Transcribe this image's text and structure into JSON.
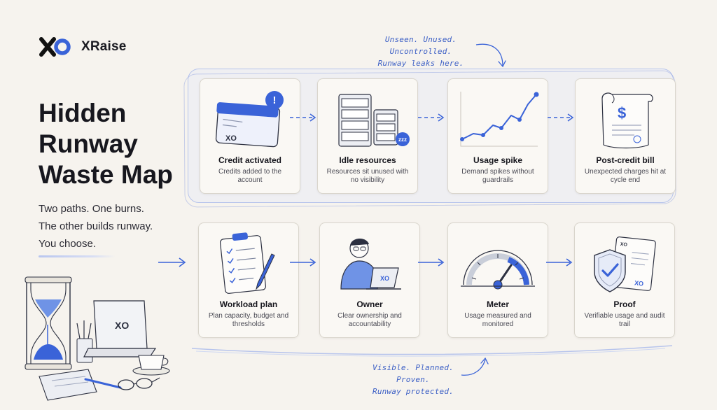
{
  "brand": {
    "name": "XRaise",
    "logo_icon": "xo-logo-icon"
  },
  "hero": {
    "title_lines": [
      "Hidden",
      "Runway",
      "Waste Map"
    ],
    "tagline_lines": [
      "Two paths. One burns.",
      "The other builds runway.",
      "You choose."
    ]
  },
  "notes": {
    "top_lines": [
      "Unseen. Unused. Uncontrolled.",
      "Runway leaks here."
    ],
    "bottom_lines": [
      "Visible. Planned. Proven.",
      "Runway protected."
    ]
  },
  "waste_path": {
    "steps": [
      {
        "title": "Credit activated",
        "desc": "Credits added to the account",
        "icon": "credit-card-icon",
        "badge": "!"
      },
      {
        "title": "Idle resources",
        "desc": "Resources sit unused with no visibility",
        "icon": "server-icon",
        "badge": "zzz"
      },
      {
        "title": "Usage spike",
        "desc": "Demand spikes without guardrails",
        "icon": "line-chart-icon"
      },
      {
        "title": "Post-credit bill",
        "desc": "Unexpected charges hit at cycle end",
        "icon": "invoice-icon",
        "badge": "$"
      }
    ]
  },
  "runway_path": {
    "steps": [
      {
        "title": "Workload plan",
        "desc": "Plan capacity, budget and thresholds",
        "icon": "clipboard-icon"
      },
      {
        "title": "Owner",
        "desc": "Clear ownership and accountability",
        "icon": "person-laptop-icon"
      },
      {
        "title": "Meter",
        "desc": "Usage measured and monitored",
        "icon": "gauge-icon"
      },
      {
        "title": "Proof",
        "desc": "Verifiable usage and audit trail",
        "icon": "shield-check-icon"
      }
    ]
  },
  "colors": {
    "accent": "#3a63d8",
    "accent_light": "#b7c4ec",
    "ink": "#16161d",
    "paper": "#f6f3ee"
  }
}
